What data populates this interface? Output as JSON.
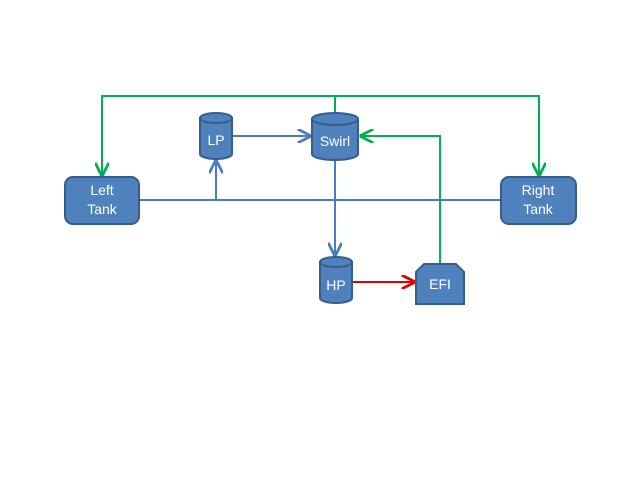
{
  "nodes": {
    "left_tank": [
      "Left",
      "Tank"
    ],
    "right_tank": [
      "Right",
      "Tank"
    ],
    "lp": "LP",
    "swirl": "Swirl",
    "hp": "HP",
    "efi": "EFI"
  },
  "colors": {
    "node_fill": "#4f81bd",
    "node_stroke": "#385d8a",
    "blue_line": "#4a7ebb",
    "green_line": "#00b050",
    "red_line": "#e00000"
  }
}
